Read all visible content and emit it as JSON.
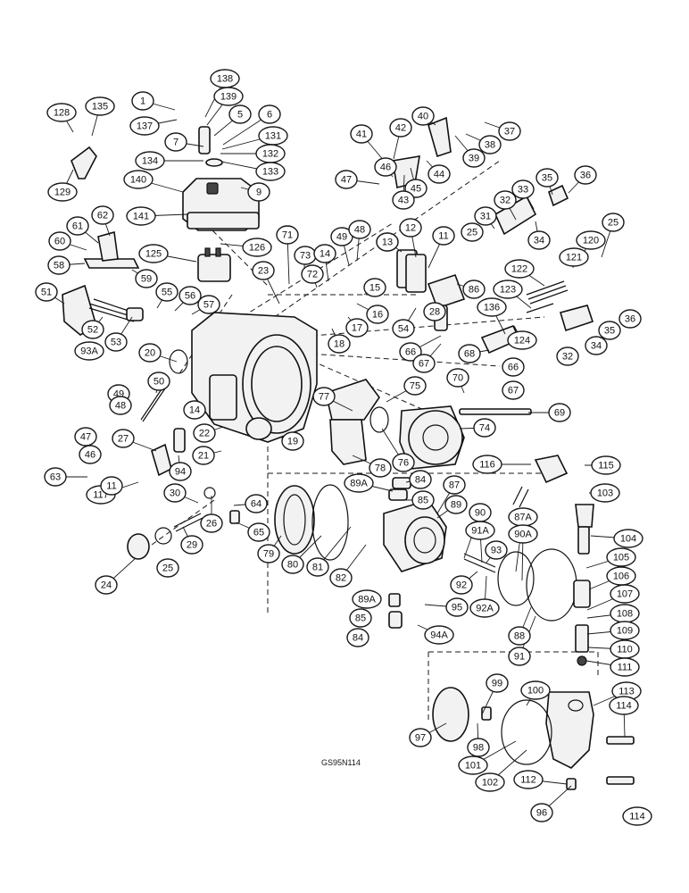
{
  "figure_code": "GS95N114",
  "callouts": [
    {
      "id": "1"
    },
    {
      "id": "138"
    },
    {
      "id": "139"
    },
    {
      "id": "137"
    },
    {
      "id": "5"
    },
    {
      "id": "6"
    },
    {
      "id": "7"
    },
    {
      "id": "131"
    },
    {
      "id": "132"
    },
    {
      "id": "134"
    },
    {
      "id": "133"
    },
    {
      "id": "140"
    },
    {
      "id": "9"
    },
    {
      "id": "141"
    },
    {
      "id": "126"
    },
    {
      "id": "125"
    },
    {
      "id": "128"
    },
    {
      "id": "135"
    },
    {
      "id": "129"
    },
    {
      "id": "62"
    },
    {
      "id": "61"
    },
    {
      "id": "60"
    },
    {
      "id": "58"
    },
    {
      "id": "59"
    },
    {
      "id": "51"
    },
    {
      "id": "55"
    },
    {
      "id": "56"
    },
    {
      "id": "57"
    },
    {
      "id": "52"
    },
    {
      "id": "53"
    },
    {
      "id": "93A"
    },
    {
      "id": "41"
    },
    {
      "id": "42"
    },
    {
      "id": "40"
    },
    {
      "id": "37"
    },
    {
      "id": "38"
    },
    {
      "id": "39"
    },
    {
      "id": "44"
    },
    {
      "id": "45"
    },
    {
      "id": "46"
    },
    {
      "id": "47"
    },
    {
      "id": "43"
    },
    {
      "id": "36"
    },
    {
      "id": "35"
    },
    {
      "id": "33"
    },
    {
      "id": "32"
    },
    {
      "id": "31"
    },
    {
      "id": "25"
    },
    {
      "id": "34"
    },
    {
      "id": "120"
    },
    {
      "id": "121"
    },
    {
      "id": "71"
    },
    {
      "id": "73"
    },
    {
      "id": "72"
    },
    {
      "id": "14"
    },
    {
      "id": "49"
    },
    {
      "id": "48"
    },
    {
      "id": "13"
    },
    {
      "id": "12"
    },
    {
      "id": "11"
    },
    {
      "id": "23"
    },
    {
      "id": "15"
    },
    {
      "id": "16"
    },
    {
      "id": "17"
    },
    {
      "id": "18"
    },
    {
      "id": "54"
    },
    {
      "id": "28"
    },
    {
      "id": "86"
    },
    {
      "id": "66"
    },
    {
      "id": "67"
    },
    {
      "id": "136"
    },
    {
      "id": "124"
    },
    {
      "id": "122"
    },
    {
      "id": "123"
    },
    {
      "id": "20"
    },
    {
      "id": "68"
    },
    {
      "id": "70"
    },
    {
      "id": "75"
    },
    {
      "id": "77"
    },
    {
      "id": "69"
    },
    {
      "id": "74"
    },
    {
      "id": "76"
    },
    {
      "id": "78"
    },
    {
      "id": "19"
    },
    {
      "id": "27"
    },
    {
      "id": "22"
    },
    {
      "id": "21"
    },
    {
      "id": "94"
    },
    {
      "id": "63"
    },
    {
      "id": "117"
    },
    {
      "id": "50"
    },
    {
      "id": "116"
    },
    {
      "id": "115"
    },
    {
      "id": "103"
    },
    {
      "id": "104"
    },
    {
      "id": "105"
    },
    {
      "id": "106"
    },
    {
      "id": "107"
    },
    {
      "id": "108"
    },
    {
      "id": "109"
    },
    {
      "id": "110"
    },
    {
      "id": "111"
    },
    {
      "id": "113"
    },
    {
      "id": "114"
    },
    {
      "id": "112"
    },
    {
      "id": "96"
    },
    {
      "id": "30"
    },
    {
      "id": "26"
    },
    {
      "id": "64"
    },
    {
      "id": "65"
    },
    {
      "id": "29"
    },
    {
      "id": "24"
    },
    {
      "id": "79"
    },
    {
      "id": "80"
    },
    {
      "id": "81"
    },
    {
      "id": "82"
    },
    {
      "id": "89A"
    },
    {
      "id": "84"
    },
    {
      "id": "85"
    },
    {
      "id": "87"
    },
    {
      "id": "89"
    },
    {
      "id": "90"
    },
    {
      "id": "91A"
    },
    {
      "id": "87A"
    },
    {
      "id": "90A"
    },
    {
      "id": "93"
    },
    {
      "id": "92"
    },
    {
      "id": "92A"
    },
    {
      "id": "88"
    },
    {
      "id": "91"
    },
    {
      "id": "95"
    },
    {
      "id": "94A"
    },
    {
      "id": "97"
    },
    {
      "id": "98"
    },
    {
      "id": "99"
    },
    {
      "id": "100"
    },
    {
      "id": "101"
    },
    {
      "id": "102"
    }
  ]
}
